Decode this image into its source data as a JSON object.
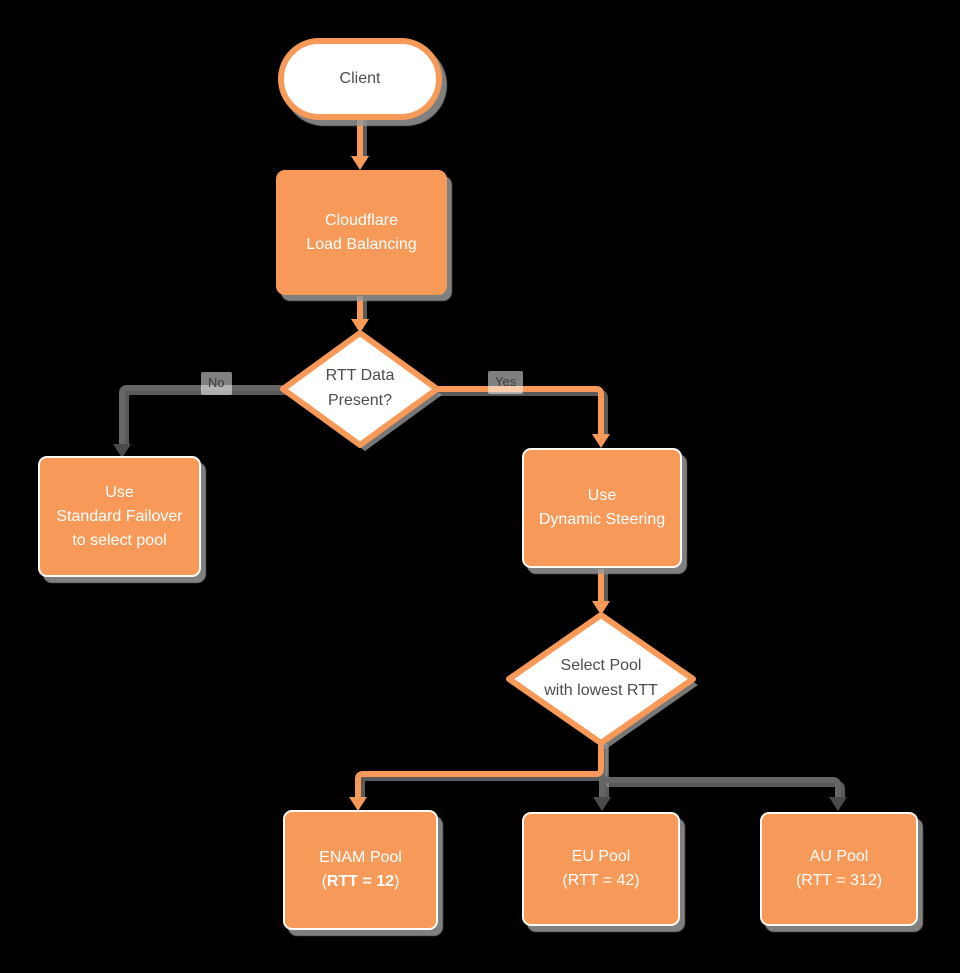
{
  "diagram": {
    "type": "flowchart",
    "background": "#000000",
    "colors": {
      "node_orange": "#f79a59",
      "node_white": "#ffffff",
      "edge_gray": "#666666",
      "arrow_dark_gray": "#4a4a4a",
      "text_dark": "#4d4d4d",
      "text_light": "#ffffff",
      "shadow_gray": "#999999"
    },
    "nodes": {
      "client": {
        "shape": "stadium",
        "label": "Client"
      },
      "load_balancer": {
        "shape": "rect",
        "line1": "Cloudflare",
        "line2": "Load Balancing"
      },
      "rtt_decision": {
        "shape": "diamond",
        "line1": "RTT Data",
        "line2": "Present?"
      },
      "standard_failover": {
        "shape": "rect",
        "line1": "Use",
        "line2": "Standard Failover",
        "line3": "to select pool"
      },
      "dynamic_steering": {
        "shape": "rect",
        "line1": "Use",
        "line2": "Dynamic Steering"
      },
      "select_pool": {
        "shape": "diamond",
        "line1": "Select Pool",
        "line2": "with lowest RTT"
      },
      "enam_pool": {
        "shape": "rect",
        "line1": "ENAM Pool",
        "paren_open": "(",
        "rtt_value_bold": "RTT = 12",
        "paren_close": ")"
      },
      "eu_pool": {
        "shape": "rect",
        "line1": "EU Pool",
        "line2": "(RTT = 42)"
      },
      "au_pool": {
        "shape": "rect",
        "line1": "AU Pool",
        "line2": "(RTT = 312)"
      }
    },
    "edge_labels": {
      "no": "No",
      "yes": "Yes"
    },
    "edges": [
      {
        "from": "client",
        "to": "load_balancer",
        "color": "orange"
      },
      {
        "from": "load_balancer",
        "to": "rtt_decision",
        "color": "orange"
      },
      {
        "from": "rtt_decision",
        "to": "standard_failover",
        "label": "No",
        "color": "gray"
      },
      {
        "from": "rtt_decision",
        "to": "dynamic_steering",
        "label": "Yes",
        "color": "orange"
      },
      {
        "from": "dynamic_steering",
        "to": "select_pool",
        "color": "orange"
      },
      {
        "from": "select_pool",
        "to": "enam_pool",
        "color": "orange"
      },
      {
        "from": "select_pool",
        "to": "eu_pool",
        "color": "gray"
      },
      {
        "from": "select_pool",
        "to": "au_pool",
        "color": "gray"
      }
    ]
  }
}
